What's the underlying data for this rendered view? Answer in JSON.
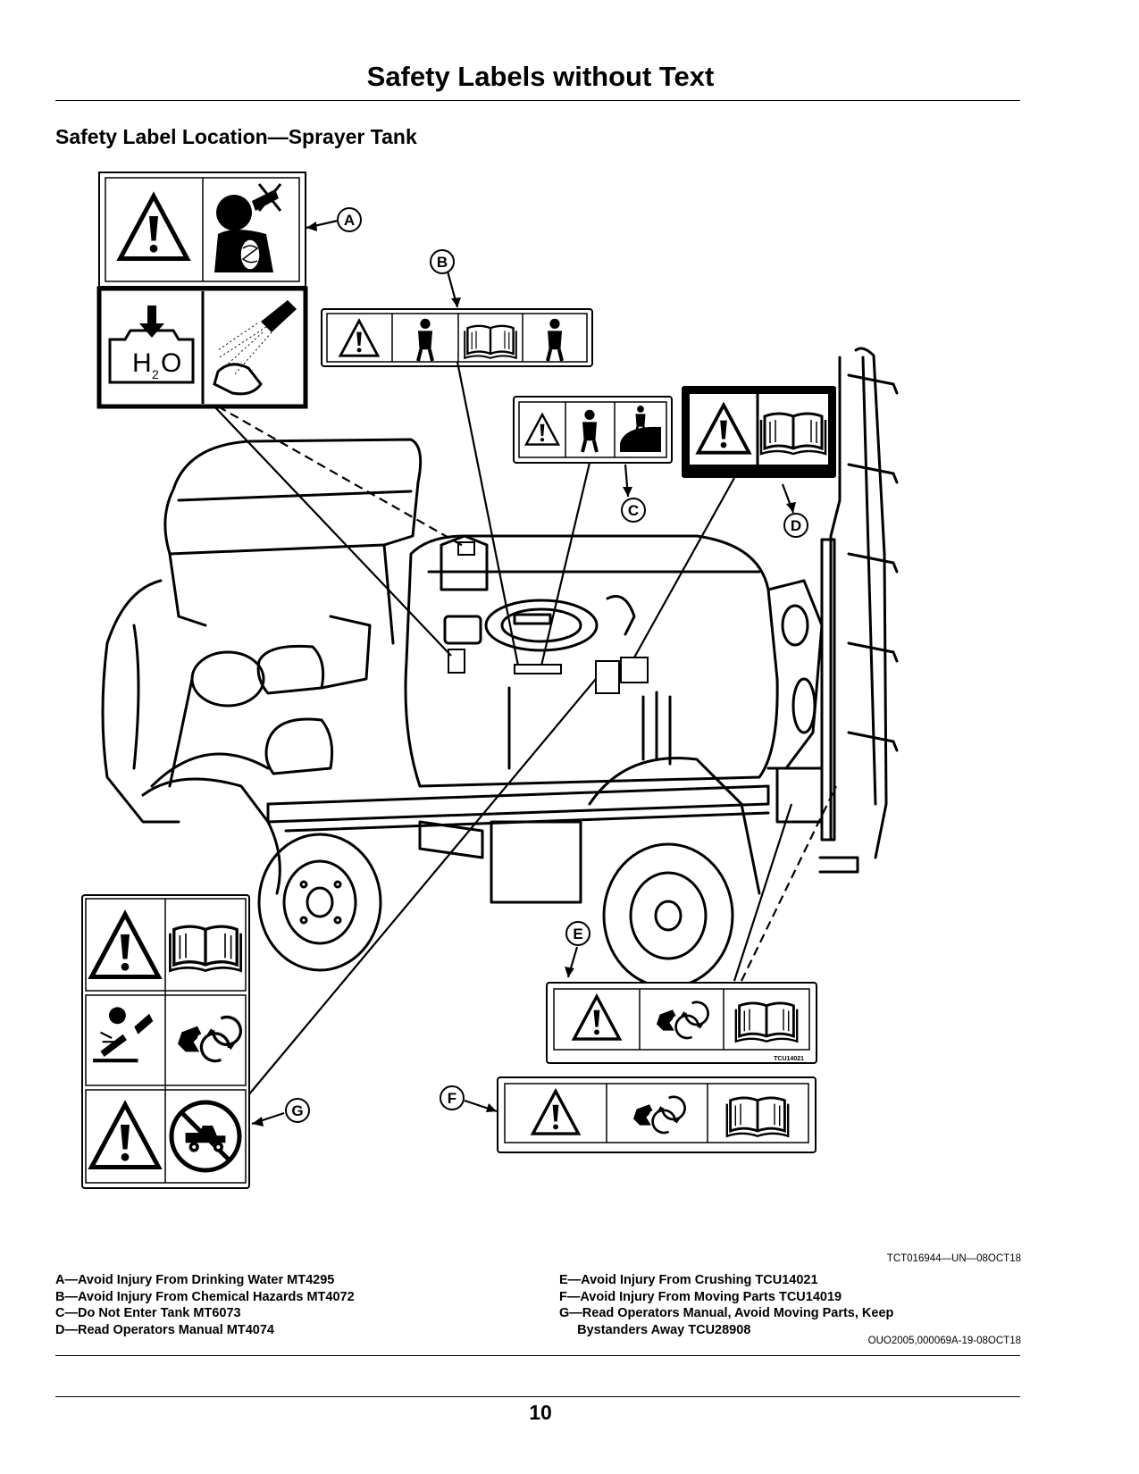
{
  "page": {
    "title": "Safety Labels without Text",
    "section_title": "Safety Label Location—Sprayer Tank",
    "figure_id": "TCT016944—UN—08OCT18",
    "doc_ref": "OUO2005,000069A-19-08OCT18",
    "page_number": "10"
  },
  "callouts": {
    "a": "A",
    "b": "B",
    "c": "C",
    "d": "D",
    "e": "E",
    "f": "F",
    "g": "G"
  },
  "label_codes": {
    "e": "TCU14021"
  },
  "legend": {
    "left": [
      "A—Avoid Injury From Drinking Water MT4295",
      "B—Avoid Injury From Chemical Hazards MT4072",
      "C—Do Not Enter Tank MT6073",
      "D—Read Operators Manual MT4074"
    ],
    "right": [
      "E—Avoid Injury From Crushing TCU14021",
      "F—Avoid Injury From Moving Parts TCU14019",
      "G—Read Operators Manual, Avoid Moving Parts, Keep",
      "     Bystanders Away TCU28908"
    ]
  },
  "icons": [
    "warning-triangle-icon",
    "drinking-water-icon",
    "water-tank-icon",
    "wash-hands-icon",
    "operators-manual-icon",
    "chemical-hazard-icon",
    "protective-gear-icon",
    "do-not-enter-tank-icon",
    "crushing-hazard-icon",
    "moving-parts-icon",
    "keep-bystanders-away-icon"
  ]
}
